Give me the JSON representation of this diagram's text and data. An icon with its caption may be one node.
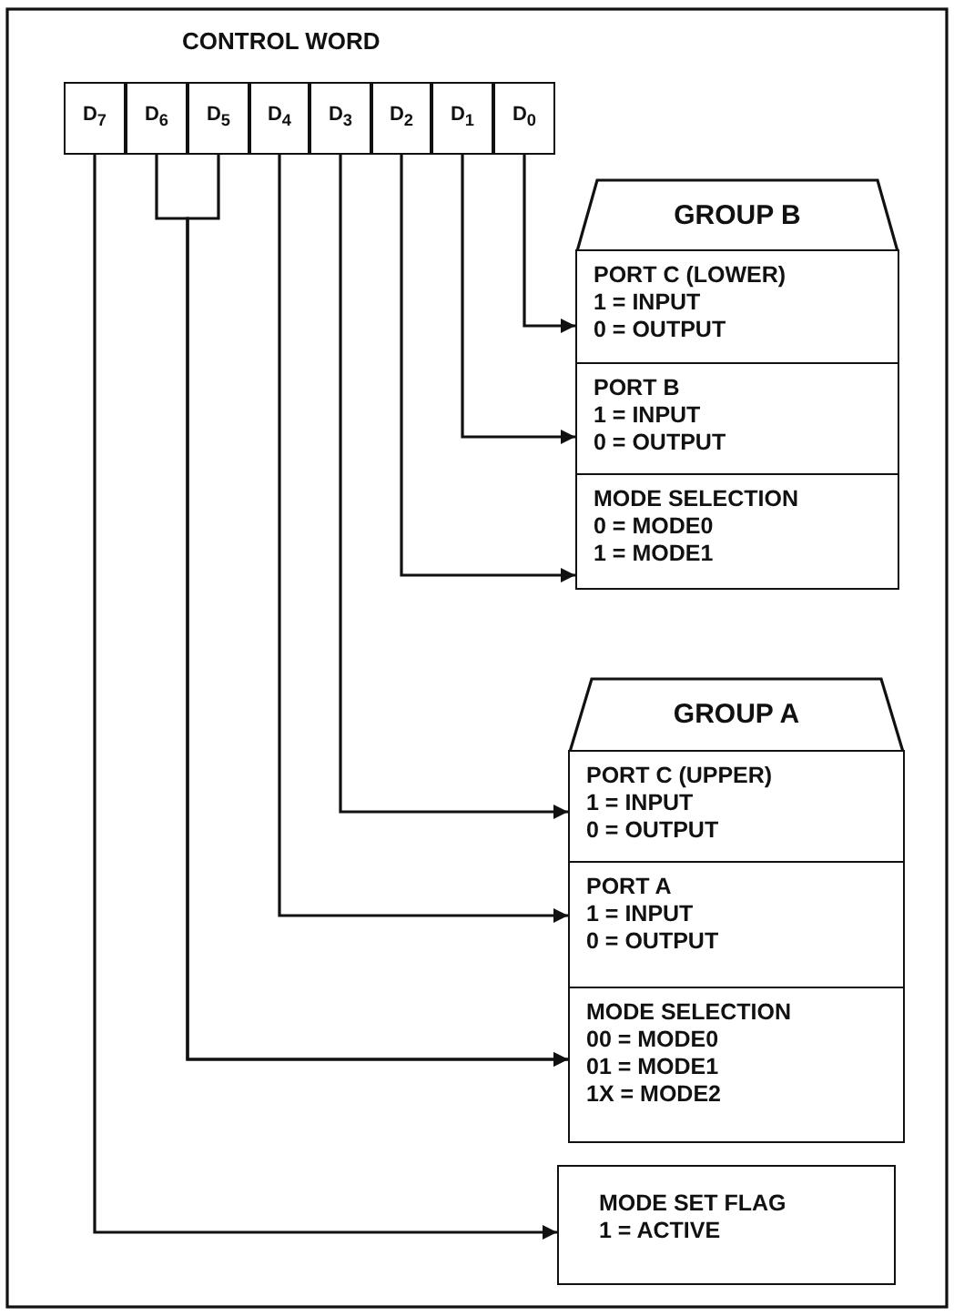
{
  "diagram": {
    "title": "CONTROL WORD",
    "nodes": [
      {
        "text": [
          "D$_{7}$"
        ]
      },
      {
        "text": [
          "D$_{6}$"
        ]
      },
      {
        "text": [
          "D$_{5}$"
        ]
      },
      {
        "text": [
          "D$_{4}$"
        ]
      },
      {
        "text": [
          "D$_{3}$"
        ]
      },
      {
        "text": [
          "D$_{2}$"
        ]
      },
      {
        "text": [
          "D$_{1}$"
        ]
      },
      {
        "text": [
          "D$_{0}$"
        ]
      },
      {
        "text": [
          "GROUP B"
        ]
      },
      {
        "text": [
          "PORT C (LOWER)",
          "1 = INPUT",
          "0 = OUTPUT"
        ]
      },
      {
        "text": [
          "PORT B",
          "1 = INPUT",
          "0 = OUTPUT"
        ]
      },
      {
        "text": [
          "MODE SELECTION",
          "0 = MODE0",
          "1 = MODE1"
        ]
      },
      {
        "text": [
          "GROUP A"
        ]
      },
      {
        "text": [
          "PORT C (UPPER)",
          "1 = INPUT",
          "0 = OUTPUT"
        ]
      },
      {
        "text": [
          "PORT A",
          "1 = INPUT",
          "0 = OUTPUT"
        ]
      },
      {
        "text": [
          "MODE SELECTION",
          "00 = MODE0",
          "01 = MODE1",
          "1X = MODE2"
        ]
      },
      {
        "text": [
          "MODE SET FLAG",
          "1 = ACTIVE"
        ]
      }
    ],
    "edges": [
      {
        "from": 7,
        "to": 9,
        "arrow": "to"
      },
      {
        "from": 6,
        "to": 10,
        "arrow": "to"
      },
      {
        "from": 5,
        "to": 11,
        "arrow": "to"
      },
      {
        "from": 4,
        "to": 13,
        "arrow": "to"
      },
      {
        "from": 3,
        "to": 14,
        "arrow": "to"
      },
      {
        "from": 1,
        "to": 15,
        "arrow": "to"
      },
      {
        "from": 2,
        "to": 15,
        "arrow": "to"
      },
      {
        "from": 0,
        "to": 16,
        "arrow": "to"
      }
    ]
  }
}
